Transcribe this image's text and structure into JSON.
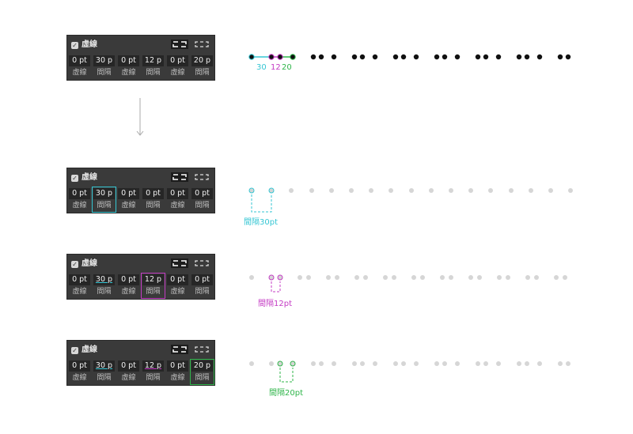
{
  "panel": {
    "title": "虛線",
    "check": "✓",
    "align_icons": [
      "dash-align-corners-icon",
      "dash-align-exact-icon"
    ]
  },
  "rows": [
    {
      "cells": [
        {
          "value": "0 pt",
          "label": "虛線"
        },
        {
          "value": "30 p",
          "label": "間隔"
        },
        {
          "value": "0 pt",
          "label": "虛線"
        },
        {
          "value": "12 p",
          "label": "間隔"
        },
        {
          "value": "0 pt",
          "label": "虛線"
        },
        {
          "value": "20 p",
          "label": "間隔"
        }
      ]
    },
    {
      "cells": [
        {
          "value": "0 pt",
          "label": "虛線"
        },
        {
          "value": "30 p",
          "label": "間隔"
        },
        {
          "value": "0 pt",
          "label": "虛線"
        },
        {
          "value": "0 pt",
          "label": "間隔"
        },
        {
          "value": "0 pt",
          "label": "虛線"
        },
        {
          "value": "0 pt",
          "label": "間隔"
        }
      ],
      "annotation": "間隔30pt"
    },
    {
      "cells": [
        {
          "value": "0 pt",
          "label": "虛線"
        },
        {
          "value": "30 p",
          "label": "間隔"
        },
        {
          "value": "0 pt",
          "label": "虛線"
        },
        {
          "value": "12 p",
          "label": "間隔"
        },
        {
          "value": "0 pt",
          "label": "虛線"
        },
        {
          "value": "0 pt",
          "label": "間隔"
        }
      ],
      "annotation": "間隔12pt"
    },
    {
      "cells": [
        {
          "value": "0 pt",
          "label": "虛線"
        },
        {
          "value": "30 p",
          "label": "間隔"
        },
        {
          "value": "0 pt",
          "label": "虛線"
        },
        {
          "value": "12 p",
          "label": "間隔"
        },
        {
          "value": "0 pt",
          "label": "虛線"
        },
        {
          "value": "20 p",
          "label": "間隔"
        }
      ],
      "annotation": "間隔20pt"
    }
  ],
  "top_measure_labels": [
    "30",
    "12",
    "20"
  ],
  "colors": {
    "cyan": "#34c6d3",
    "magenta": "#c43cc4",
    "green": "#2fb54a",
    "dot_black": "#111111",
    "dot_gray": "#d6d6d6",
    "panel_bg": "#3a3a3a"
  }
}
